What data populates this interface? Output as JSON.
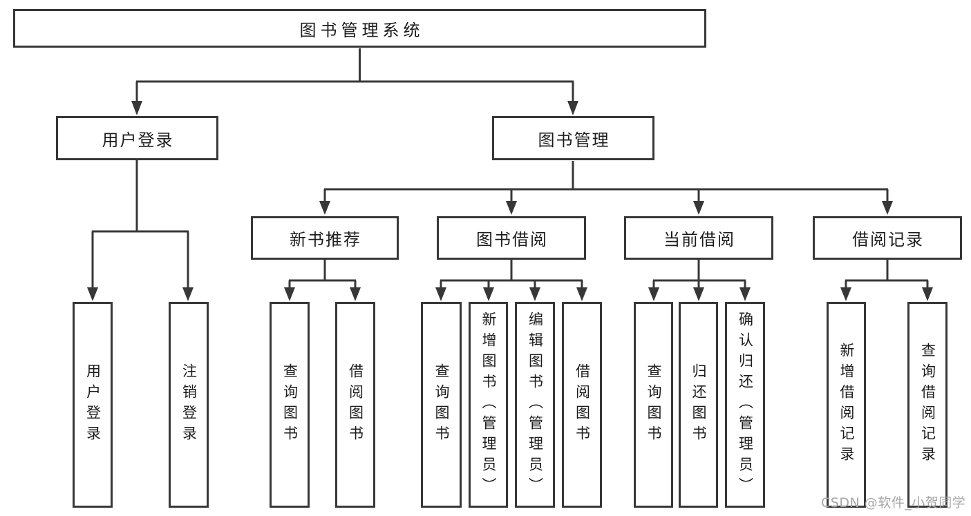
{
  "diagram": {
    "root": "图书管理系统",
    "user_login": {
      "label": "用户登录",
      "children": [
        "用户登录",
        "注销登录"
      ]
    },
    "book_management": {
      "label": "图书管理",
      "new_book_recommend": {
        "label": "新书推荐",
        "children": [
          "查询图书",
          "借阅图书"
        ]
      },
      "book_borrowing": {
        "label": "图书借阅",
        "children": [
          "查询图书",
          "新增图书（管理员）",
          "编辑图书（管理员）",
          "借阅图书"
        ]
      },
      "current_borrowing": {
        "label": "当前借阅",
        "children": [
          "查询图书",
          "归还图书",
          "确认归还（管理员）"
        ]
      },
      "borrowing_records": {
        "label": "借阅记录",
        "children": [
          "新增借阅记录",
          "查询借阅记录"
        ]
      }
    }
  },
  "watermark": "CSDN @软件_小贺同学",
  "colors": {
    "line": "#373737",
    "box_border": "#373737",
    "text": "#1c1c1c",
    "watermark": "#a6a6a6",
    "background": "#ffffff"
  }
}
